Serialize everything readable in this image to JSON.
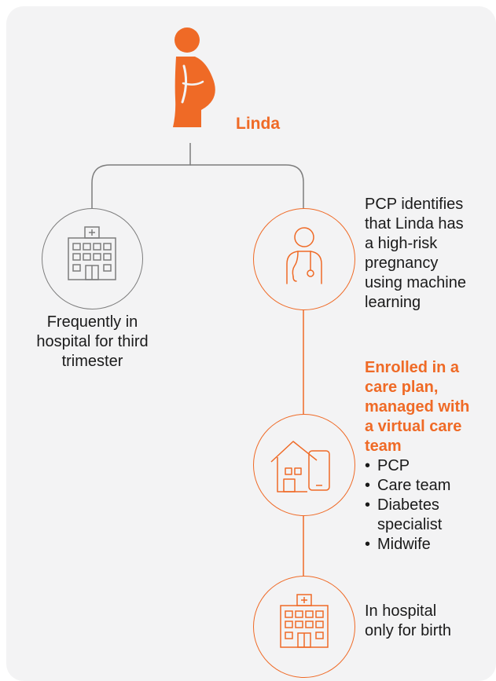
{
  "persona": {
    "name": "Linda",
    "icon": "pregnant-woman-icon"
  },
  "left_branch": {
    "icon": "hospital-building-icon",
    "caption": [
      "Frequently in",
      "hospital for third",
      "trimester"
    ]
  },
  "steps": [
    {
      "icon": "doctor-stethoscope-icon",
      "text": [
        "PCP identifies",
        "that Linda has",
        "a high-risk",
        "pregnancy",
        "using machine",
        "learning"
      ]
    },
    {
      "icon": "home-and-phone-icon",
      "title": [
        "Enrolled in a",
        "care plan,",
        "managed with",
        "a virtual care",
        "team"
      ],
      "bullets": [
        "PCP",
        "Care team",
        "Diabetes specialist",
        "Midwife"
      ]
    },
    {
      "icon": "hospital-building-icon",
      "text": [
        "In hospital",
        "only for birth"
      ]
    }
  ],
  "colors": {
    "accent": "#ef6a26",
    "neutral_line": "#7d7d7d",
    "panel": "#f3f3f4",
    "text": "#1a1a1a"
  }
}
